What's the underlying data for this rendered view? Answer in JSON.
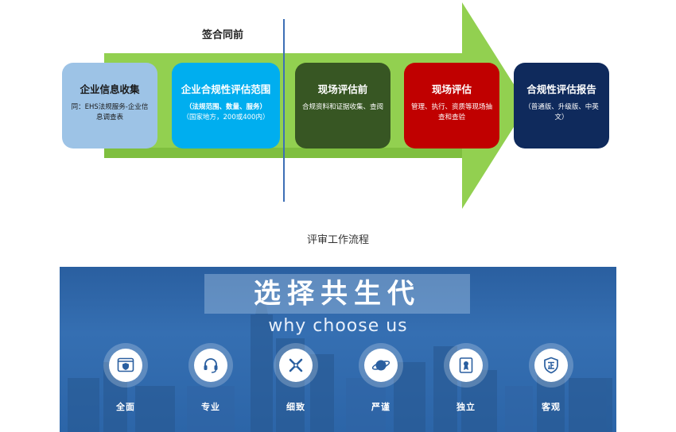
{
  "flow": {
    "sign_label": "签合同前",
    "caption": "评审工作流程",
    "colors": {
      "arrow": "#92d050",
      "divider": "#3d6fb6"
    },
    "steps": [
      {
        "title": "企业信息收集",
        "desc": "同：EHS法规服务-企业信息调查表"
      },
      {
        "title": "企业合规性评估范围",
        "desc_bold": "（法规范围、数量、服务）",
        "desc": "（国家地方，200或400内）"
      },
      {
        "title": "现场评估前",
        "desc": "合规资料和证据收集、查阅"
      },
      {
        "title": "现场评估",
        "desc": "管理、执行、资质等现场抽查和查验"
      },
      {
        "title": "合规性评估报告",
        "desc": "（普通版、升级版、中英文）"
      }
    ]
  },
  "banner": {
    "title": "选择共生代",
    "subtitle": "why choose  us",
    "features": [
      {
        "label": "全面",
        "icon": "browser-shield-icon"
      },
      {
        "label": "专业",
        "icon": "headset-icon"
      },
      {
        "label": "细致",
        "icon": "tools-icon"
      },
      {
        "label": "严谨",
        "icon": "planet-icon"
      },
      {
        "label": "独立",
        "icon": "certificate-icon"
      },
      {
        "label": "客观",
        "icon": "badge-icon"
      }
    ]
  }
}
